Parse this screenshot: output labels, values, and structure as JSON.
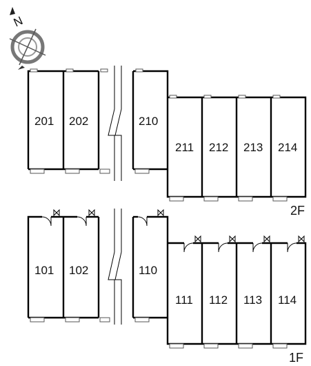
{
  "compass": {
    "north_label": "N",
    "icon": "compass-rose-icon"
  },
  "floor2": {
    "label": "2F",
    "units": [
      "201",
      "202",
      "210",
      "211",
      "212",
      "213",
      "214"
    ]
  },
  "floor1": {
    "label": "1F",
    "units": [
      "101",
      "102",
      "110",
      "111",
      "112",
      "113",
      "114"
    ]
  }
}
